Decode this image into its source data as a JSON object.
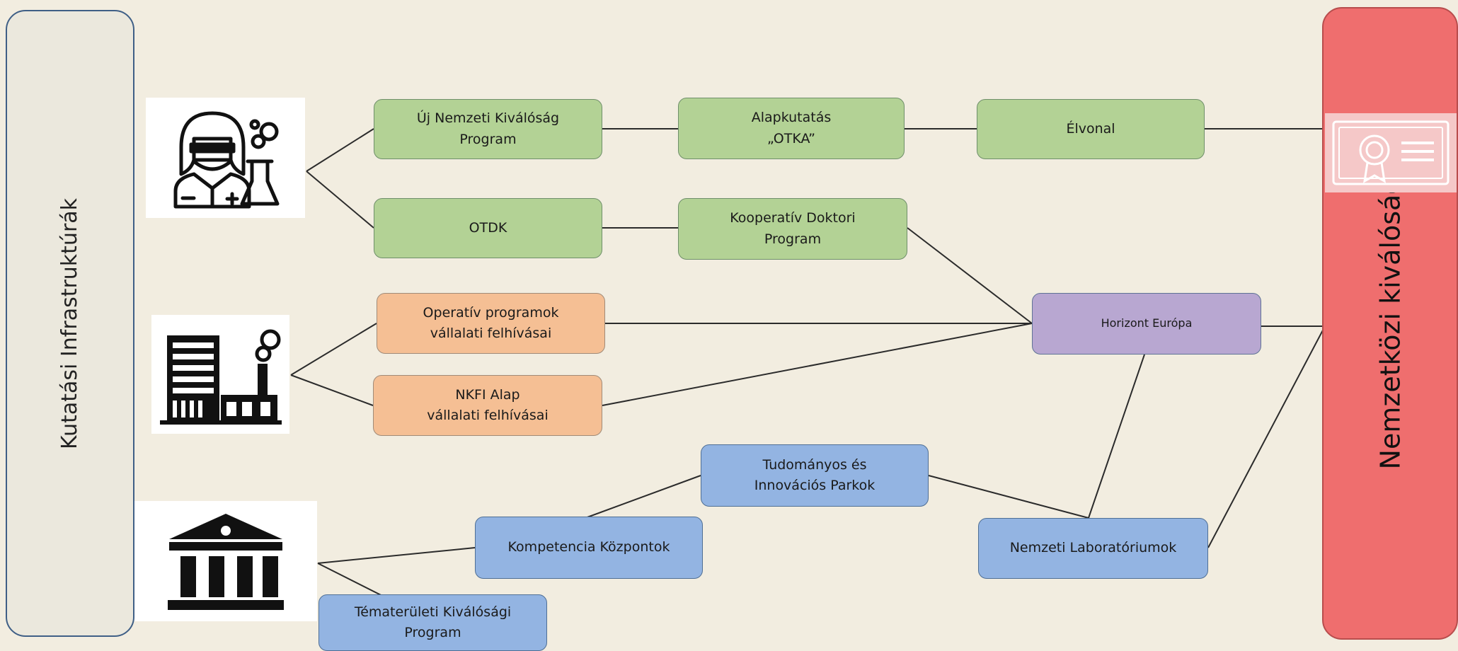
{
  "left_bar": {
    "label": "Kutatási Infrastruktúrák"
  },
  "right_bar": {
    "label": "Nemzetközi kiválóság"
  },
  "nodes": {
    "uj_nemzeti": "Új Nemzeti Kiválóság\nProgram",
    "alapkutatas": "Alapkutatás\n„OTKA”",
    "elvonal": "Élvonal",
    "otdk": "OTDK",
    "kooperativ": "Kooperatív Doktori\nProgram",
    "operativ": "Operatív programok\nvállalati felhívásai",
    "nkfi": "NKFI Alap\nvállalati felhívásai",
    "horizont": "Horizont Európa",
    "tudomanyos": "Tudományos  és\nInnovációs  Parkok",
    "kompetencia": "Kompetencia  Központok",
    "nemzeti_lab": "Nemzeti Laboratóriumok",
    "temateruleti": "Tématerületi Kiválósági\nProgram"
  },
  "icons": [
    "scientist-icon",
    "factory-icon",
    "institution-icon",
    "certificate-icon"
  ],
  "colors": {
    "green": "#b3d295",
    "orange": "#f5bf94",
    "purple": "#b8a7d1",
    "blue": "#93b4e2",
    "red": "#ef6e6e",
    "left_bar": "#ebe8dd"
  }
}
